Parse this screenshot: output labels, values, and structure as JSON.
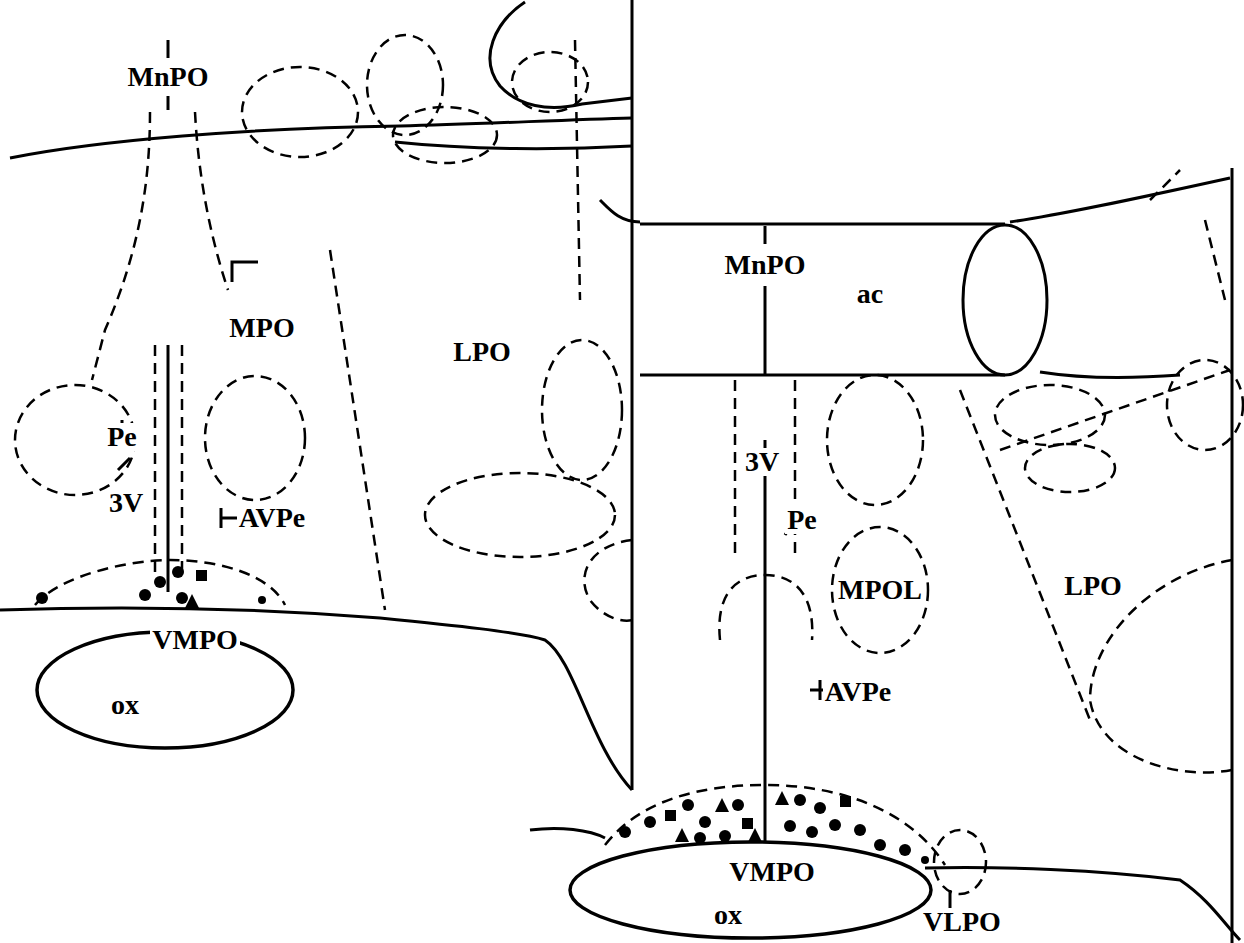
{
  "diagram": {
    "nodes": [
      {
        "text": [
          "ox"
        ]
      },
      {
        "text": [
          "ac"
        ]
      },
      {
        "text": [
          "MPOL"
        ]
      },
      {
        "text": [
          "ox"
        ]
      }
    ],
    "labels": [
      "MnPO",
      "MPO",
      "LPO",
      "Pe",
      "3V",
      "AVPe",
      "VMPO",
      "MnPO",
      "3V",
      "Pe",
      "LPO",
      "AVPe",
      "VMPO",
      "VLPO"
    ]
  }
}
